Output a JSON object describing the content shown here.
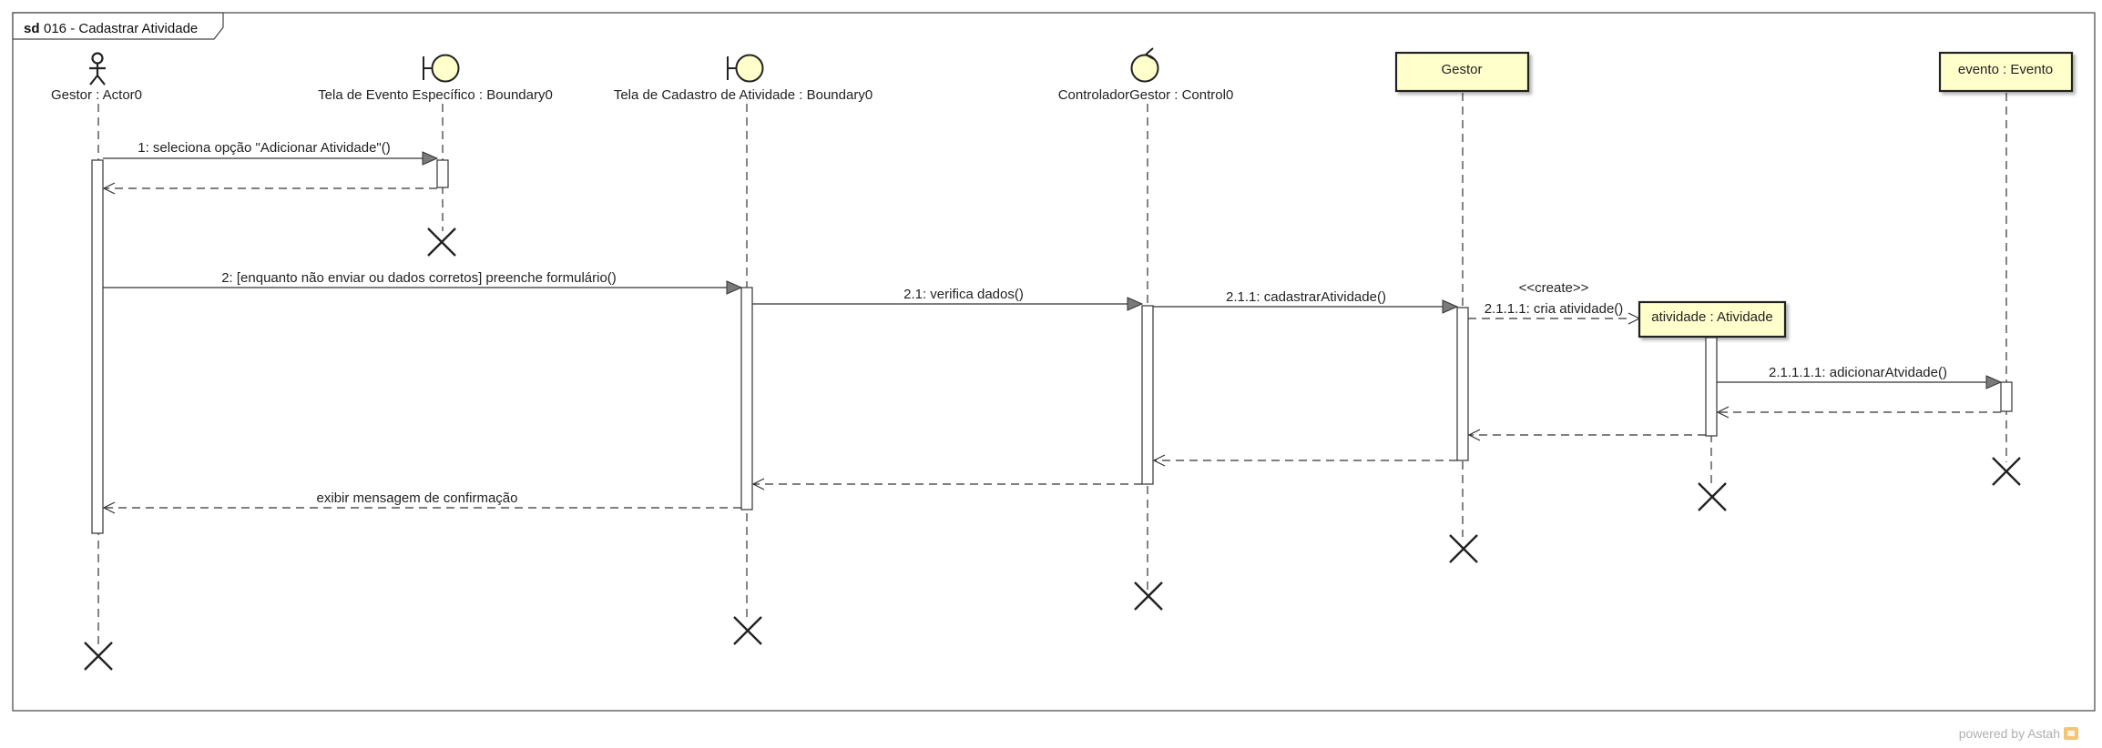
{
  "frame": {
    "kind": "sd",
    "title": "016 - Cadastrar Atividade"
  },
  "lifelines": [
    {
      "id": "actor",
      "label": "Gestor : Actor0",
      "icon": "actor-icon"
    },
    {
      "id": "tela_evento",
      "label": "Tela de Evento Específico : Boundary0",
      "icon": "boundary-icon"
    },
    {
      "id": "tela_cadastro",
      "label": "Tela de Cadastro de Atividade : Boundary0",
      "icon": "boundary-icon"
    },
    {
      "id": "controlador",
      "label": "ControladorGestor : Control0",
      "icon": "control-icon"
    },
    {
      "id": "gestor",
      "label": "Gestor",
      "icon": "object-box"
    },
    {
      "id": "evento",
      "label": "evento : Evento",
      "icon": "object-box"
    },
    {
      "id": "atividade",
      "label": "atividade : Atividade",
      "icon": "object-box-created"
    }
  ],
  "messages": [
    {
      "id": "m1",
      "label": "1: seleciona opção \"Adicionar Atividade\"()",
      "kind": "sync"
    },
    {
      "id": "r1",
      "label": "",
      "kind": "return"
    },
    {
      "id": "m2",
      "label": "2: [enquanto não enviar ou dados corretos] preenche formulário()",
      "kind": "sync"
    },
    {
      "id": "m21",
      "label": "2.1: verifica dados()",
      "kind": "sync"
    },
    {
      "id": "m211",
      "label": "2.1.1: cadastrarAtividade()",
      "kind": "sync"
    },
    {
      "id": "m2111",
      "label": "2.1.1.1: cria atividade()",
      "kind": "create",
      "stereotype": "<<create>>"
    },
    {
      "id": "m21111",
      "label": "2.1.1.1.1: adicionarAtvidade()",
      "kind": "sync"
    },
    {
      "id": "r21111",
      "label": "",
      "kind": "return"
    },
    {
      "id": "r2111",
      "label": "",
      "kind": "return"
    },
    {
      "id": "r211",
      "label": "",
      "kind": "return"
    },
    {
      "id": "r21",
      "label": "",
      "kind": "return"
    },
    {
      "id": "r2",
      "label": "exibir mensagem de confirmação",
      "kind": "return"
    }
  ],
  "watermark": {
    "text": "powered by Astah"
  },
  "colors": {
    "object_fill": "#ffffcc",
    "line": "#333333",
    "arrow_fill": "#7a7a7a"
  }
}
